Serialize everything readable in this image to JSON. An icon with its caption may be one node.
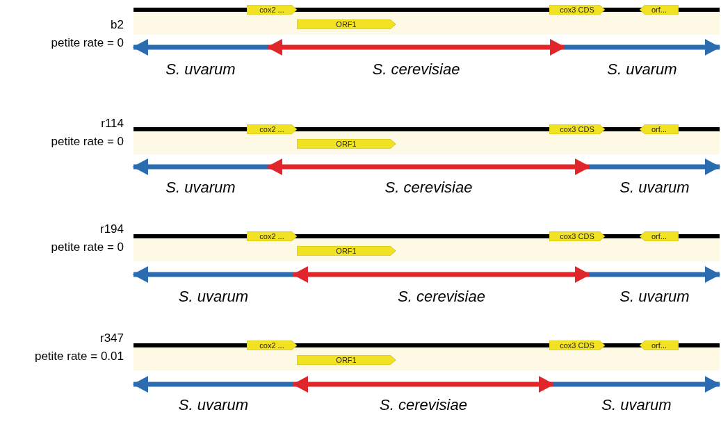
{
  "diagram": {
    "nodes": [
      {
        "text": [
          "cox2 ..."
        ]
      },
      {
        "text": [
          "ORF1"
        ]
      },
      {
        "text": [
          "cox3 CDS"
        ]
      },
      {
        "text": [
          "orf..."
        ]
      },
      {
        "text": [
          "cox2 ..."
        ]
      },
      {
        "text": [
          "ORF1"
        ]
      },
      {
        "text": [
          "cox3 CDS"
        ]
      },
      {
        "text": [
          "orf..."
        ]
      },
      {
        "text": [
          "cox2 ..."
        ]
      },
      {
        "text": [
          "ORF1"
        ]
      },
      {
        "text": [
          "cox3 CDS"
        ]
      },
      {
        "text": [
          "orf..."
        ]
      },
      {
        "text": [
          "cox2 ..."
        ]
      },
      {
        "text": [
          "ORF1"
        ]
      },
      {
        "text": [
          "cox3 CDS"
        ]
      },
      {
        "text": [
          "orf..."
        ]
      }
    ],
    "labels": [
      "b2",
      "petite rate = 0",
      "S. uvarum",
      "S. cerevisiae",
      "S. uvarum",
      "r114",
      "petite rate = 0",
      "S. uvarum",
      "S. cerevisiae",
      "S. uvarum",
      "r194",
      "petite rate = 0",
      "S. uvarum",
      "S. cerevisiae",
      "S. uvarum",
      "r347",
      "petite rate = 0.01",
      "S. uvarum",
      "S. cerevisiae",
      "S. uvarum"
    ]
  }
}
